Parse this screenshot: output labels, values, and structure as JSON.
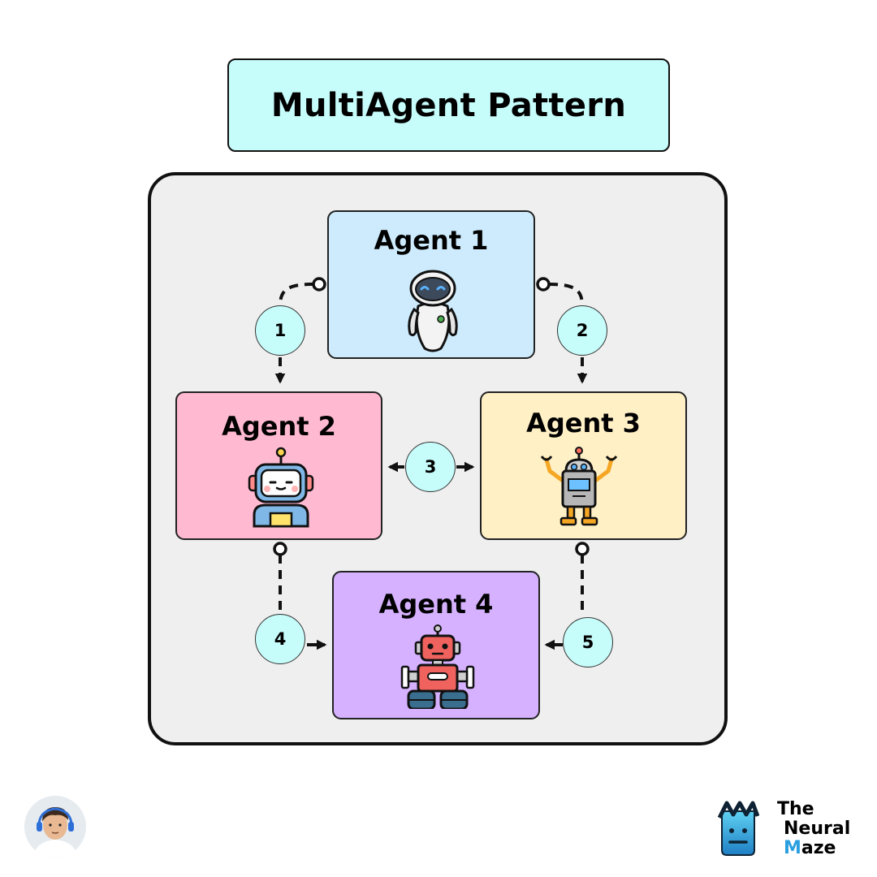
{
  "title": "MultiAgent Pattern",
  "agents": [
    {
      "label": "Agent 1",
      "color": "#cdebfc"
    },
    {
      "label": "Agent 2",
      "color": "#ffbad2"
    },
    {
      "label": "Agent 3",
      "color": "#fff0c6"
    },
    {
      "label": "Agent 4",
      "color": "#d5b1ff"
    }
  ],
  "steps": [
    "1",
    "2",
    "3",
    "4",
    "5"
  ],
  "brand": {
    "line1": "The",
    "line2": "Neural",
    "line3_accent": "M",
    "line3_rest": "aze"
  }
}
